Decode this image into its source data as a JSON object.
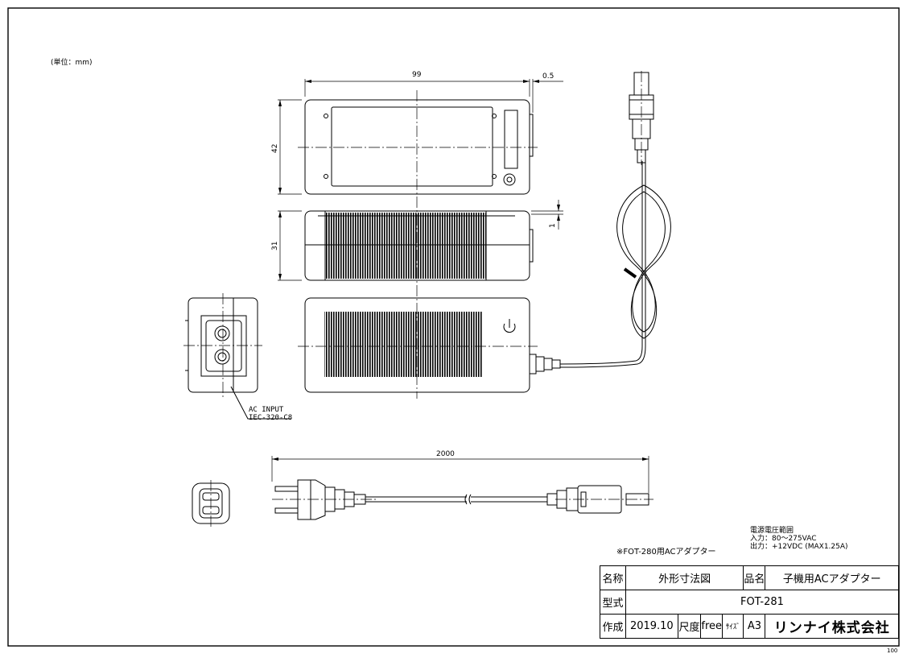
{
  "unit_note": "(単位：mm)",
  "dimensions": {
    "width": "99",
    "gap": "0.5",
    "height": "42",
    "thickness": "31",
    "offset": "1",
    "cable_length": "2000"
  },
  "inlet": {
    "line1": "AC INPUT",
    "line2": "IEC-320-C8"
  },
  "note": "※FOT-280用ACアダプター",
  "power": {
    "title": "電源電圧範囲",
    "input": "入力：80～275VAC",
    "output": "出力：+12VDC (MAX1.25A)"
  },
  "title_block": {
    "name_label": "名称",
    "name_value": "外形寸法図",
    "product_label": "品名",
    "product_value": "子機用ACアダプター",
    "model_label": "型式",
    "model_value": "FOT-281",
    "made_label": "作成",
    "made_value": "2019.10",
    "scale_label": "尺度",
    "scale_value": "free",
    "size_label": "ｻｲｽﾞ",
    "size_value": "A3",
    "company": "リンナイ株式会社"
  },
  "corner_number": "100"
}
